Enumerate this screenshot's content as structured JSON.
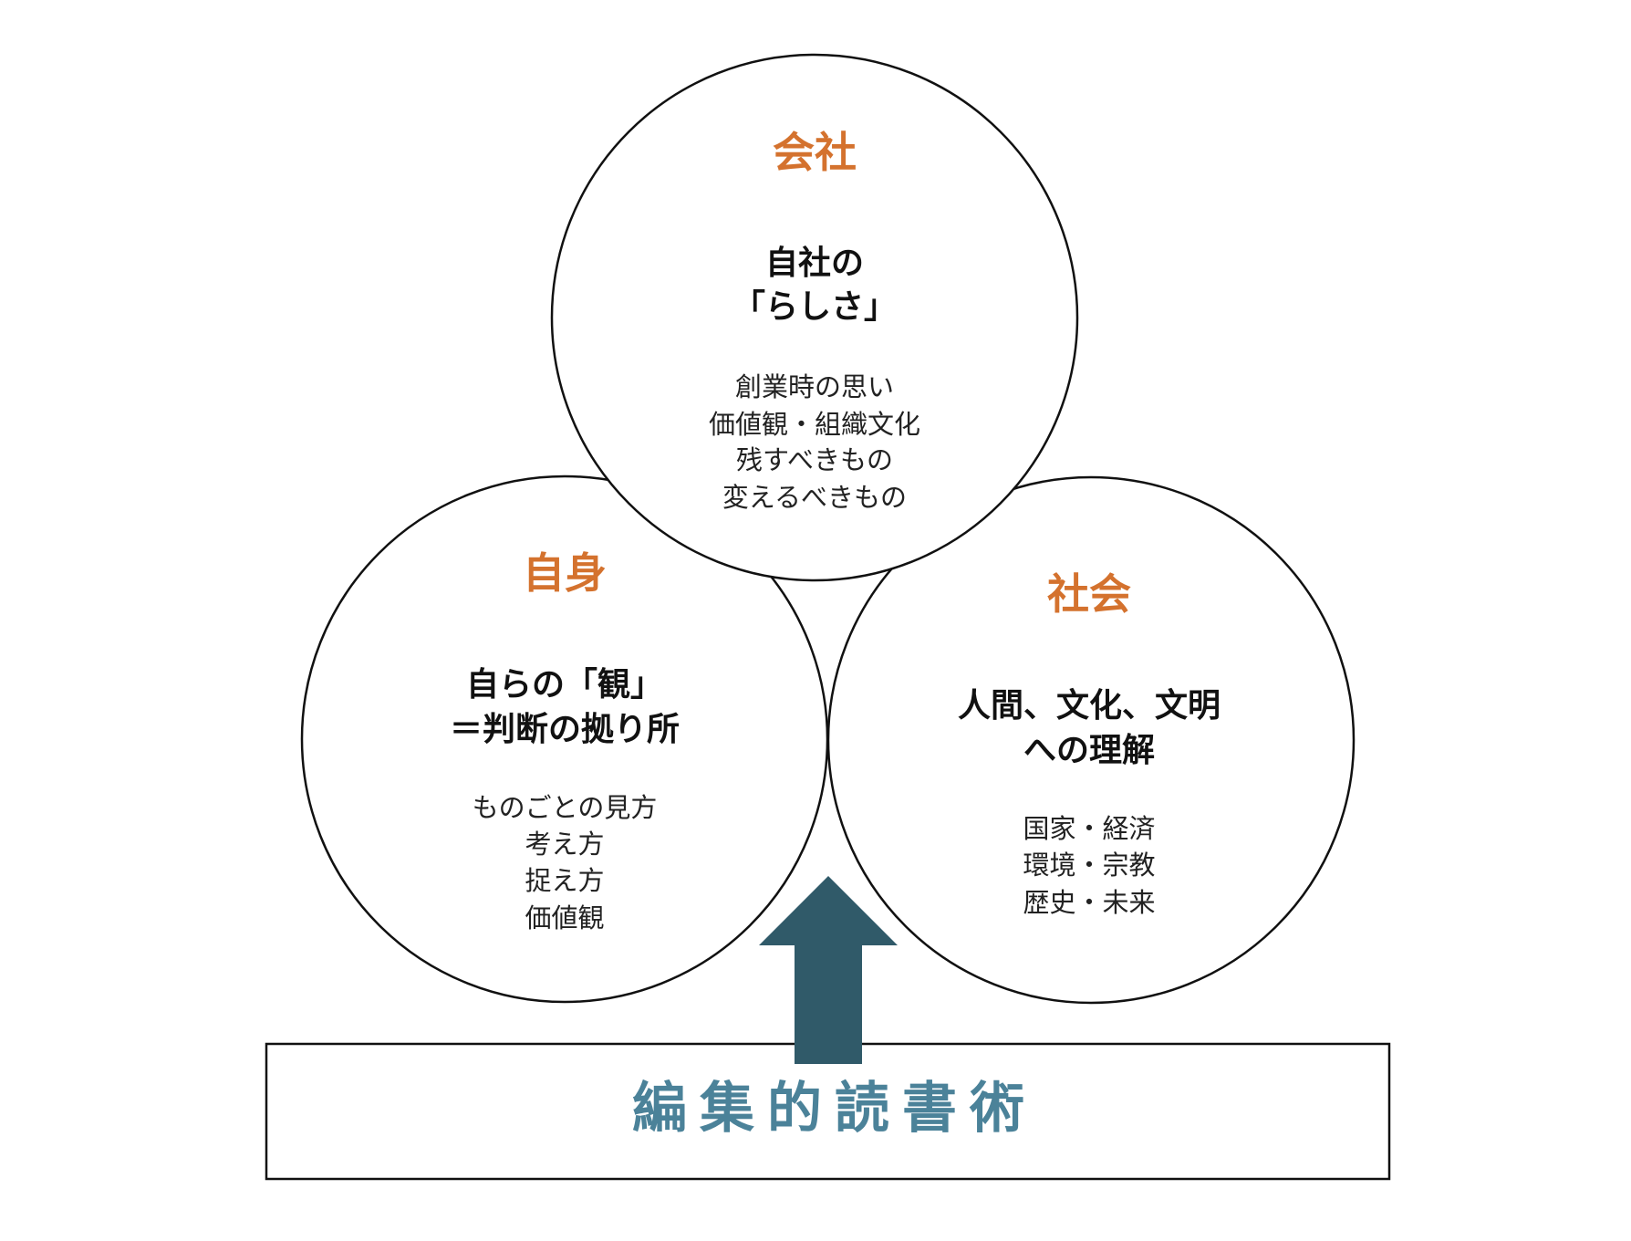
{
  "colors": {
    "accent": "#D4722E",
    "arrow": "#305A69",
    "box_text": "#4B8299",
    "stroke": "#111111"
  },
  "circles": {
    "company": {
      "title": "会社",
      "subtitle": [
        "自社の",
        "「らしさ」"
      ],
      "items": [
        "創業時の思い",
        "価値観・組織文化",
        "残すべきもの",
        "変えるべきもの"
      ]
    },
    "self": {
      "title": "自身",
      "subtitle": [
        "自らの「観」",
        "＝判断の拠り所"
      ],
      "items": [
        "ものごとの見方",
        "考え方",
        "捉え方",
        "価値観"
      ]
    },
    "society": {
      "title": "社会",
      "subtitle": [
        "人間、文化、文明",
        "への理解"
      ],
      "items": [
        "国家・経済",
        "環境・宗教",
        "歴史・未来"
      ]
    }
  },
  "base": {
    "label": "編集的読書術"
  }
}
